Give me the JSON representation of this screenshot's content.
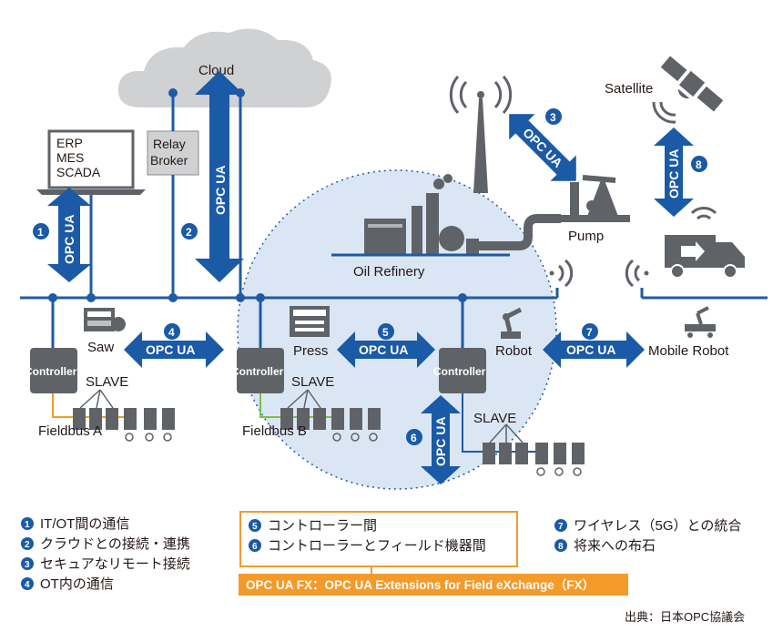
{
  "labels": {
    "cloud": "Cloud",
    "erp_lines": [
      "ERP",
      "MES",
      "SCADA"
    ],
    "relay_lines": [
      "Relay",
      "Broker"
    ],
    "satellite": "Satellite",
    "pump": "Pump",
    "oil_refinery": "Oil Refinery",
    "saw": "Saw",
    "press": "Press",
    "robot": "Robot",
    "mobile_robot": "Mobile Robot",
    "controller": "Controller",
    "slave": "SLAVE",
    "fieldbus_a": "Fieldbus A",
    "fieldbus_b": "Fieldbus B"
  },
  "opc_ua_label": "OPC UA",
  "arrows": [
    {
      "id": "1",
      "label": "OPC UA"
    },
    {
      "id": "2",
      "label": "OPC UA"
    },
    {
      "id": "3",
      "label": "OPC UA"
    },
    {
      "id": "4",
      "label": "OPC UA"
    },
    {
      "id": "5",
      "label": "OPC UA"
    },
    {
      "id": "6",
      "label": "OPC UA"
    },
    {
      "id": "7",
      "label": "OPC UA"
    },
    {
      "id": "8",
      "label": "OPC UA"
    }
  ],
  "legend": {
    "col1": [
      {
        "num": "1",
        "text": "IT/OT間の通信"
      },
      {
        "num": "2",
        "text": "クラウドとの接続・連携"
      },
      {
        "num": "3",
        "text": "セキュアなリモート接続"
      },
      {
        "num": "4",
        "text": "OT内の通信"
      }
    ],
    "col2": [
      {
        "num": "5",
        "text": "コントローラー間"
      },
      {
        "num": "6",
        "text": "コントローラーとフィールド機器間"
      }
    ],
    "col3": [
      {
        "num": "7",
        "text": "ワイヤレス（5G）との統合"
      },
      {
        "num": "8",
        "text": "将来への布石"
      }
    ],
    "fx_banner": "OPC UA FX：OPC UA Extensions for Field eXchange（FX）"
  },
  "source": "出典：日本OPC協議会",
  "colors": {
    "arrow_blue": "#1a5aa6",
    "network_blue": "#1f5aa5",
    "circle_fill": "#dbe6f4",
    "equipment_gray": "#5f6368",
    "cloud_gray": "#cfd1d3",
    "fx_orange": "#f39a2b",
    "fieldbus_a": "#f39a2b",
    "fieldbus_b": "#7ac143"
  }
}
